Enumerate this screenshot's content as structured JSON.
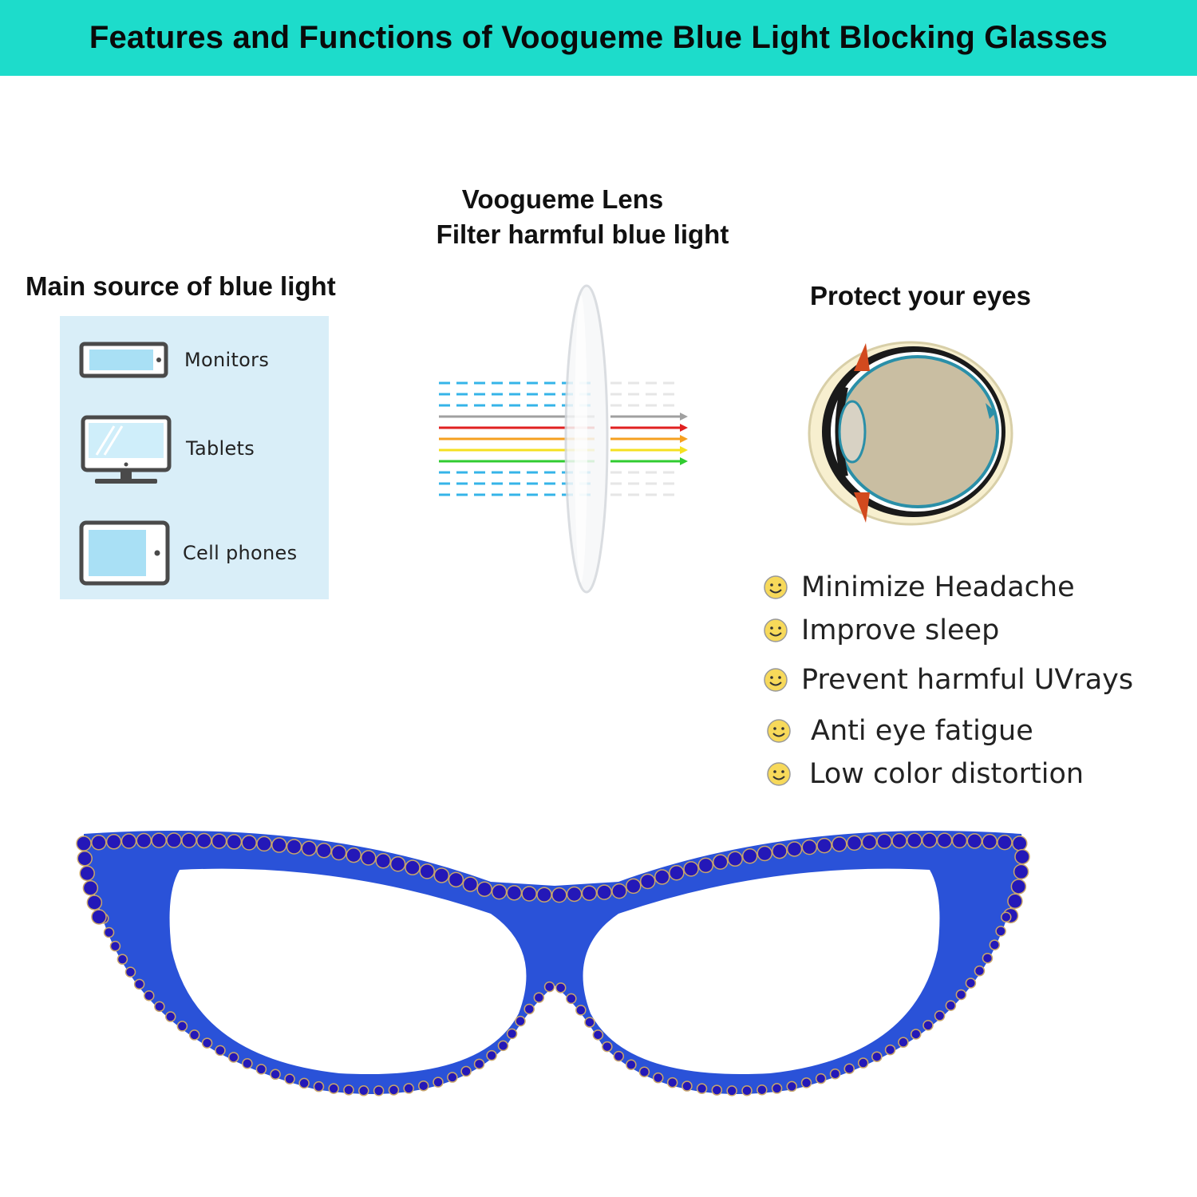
{
  "banner": {
    "title": "Features and Functions of Voogueme Blue Light Blocking Glasses",
    "bg_color": "#1ddccb"
  },
  "lens": {
    "line1": "Voogueme Lens",
    "line2": "Filter harmful blue light",
    "light_colors": [
      "#35b4e8",
      "#a0a0a0",
      "#e02020",
      "#f5a020",
      "#f5e020",
      "#30cc30"
    ]
  },
  "sources": {
    "title": "Main source of blue light",
    "items": [
      {
        "label": "Monitors",
        "icon": "monitor-icon"
      },
      {
        "label": "Tablets",
        "icon": "desktop-computer-icon"
      },
      {
        "label": "Cell phones",
        "icon": "tablet-icon"
      }
    ]
  },
  "protect": {
    "title": "Protect your eyes",
    "icon": "eye-anatomy-icon"
  },
  "benefits": [
    "Minimize Headache",
    "Improve sleep",
    "Prevent harmful UVrays",
    "Anti eye fatigue",
    "Low color distortion"
  ],
  "product": {
    "icon": "cat-eye-glasses-icon",
    "frame_color": "#2a52d8",
    "gem_color": "#2418b8"
  }
}
